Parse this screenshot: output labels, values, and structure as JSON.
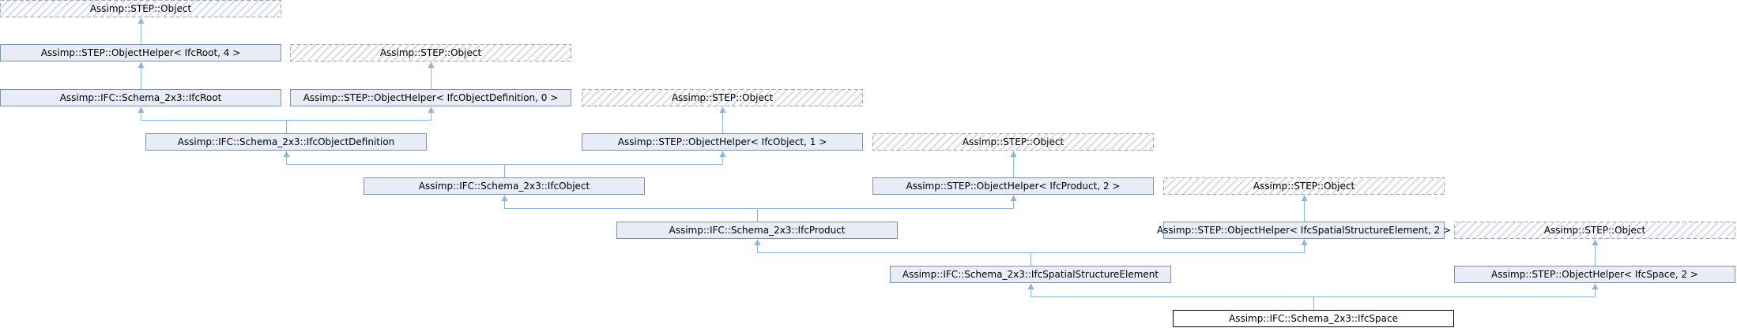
{
  "colors": {
    "node_fill": "#e8ecf6",
    "node_border": "#7f8fb2",
    "external_fill": "#ffffff",
    "external_hatch": "#cdd3e6",
    "external_border": "#9aa6c9",
    "current_fill": "#ffffff",
    "current_border": "#000000",
    "edge": "#8ab5e3"
  },
  "diagram": {
    "nodes": [
      {
        "id": "o0",
        "label": "Assimp::STEP::Object",
        "kind": "external"
      },
      {
        "id": "h_root",
        "label": "Assimp::STEP::ObjectHelper< IfcRoot, 4 >",
        "kind": "class"
      },
      {
        "id": "o1",
        "label": "Assimp::STEP::Object",
        "kind": "external"
      },
      {
        "id": "root",
        "label": "Assimp::IFC::Schema_2x3::IfcRoot",
        "kind": "class"
      },
      {
        "id": "h_objdef",
        "label": "Assimp::STEP::ObjectHelper< IfcObjectDefinition, 0 >",
        "kind": "class"
      },
      {
        "id": "o2",
        "label": "Assimp::STEP::Object",
        "kind": "external"
      },
      {
        "id": "objdef",
        "label": "Assimp::IFC::Schema_2x3::IfcObjectDefinition",
        "kind": "class"
      },
      {
        "id": "h_obj",
        "label": "Assimp::STEP::ObjectHelper< IfcObject, 1 >",
        "kind": "class"
      },
      {
        "id": "o3",
        "label": "Assimp::STEP::Object",
        "kind": "external"
      },
      {
        "id": "obj",
        "label": "Assimp::IFC::Schema_2x3::IfcObject",
        "kind": "class"
      },
      {
        "id": "h_prod",
        "label": "Assimp::STEP::ObjectHelper< IfcProduct, 2 >",
        "kind": "class"
      },
      {
        "id": "o4",
        "label": "Assimp::STEP::Object",
        "kind": "external"
      },
      {
        "id": "prod",
        "label": "Assimp::IFC::Schema_2x3::IfcProduct",
        "kind": "class"
      },
      {
        "id": "h_sse",
        "label": "Assimp::STEP::ObjectHelper< IfcSpatialStructureElement, 2 >",
        "kind": "class"
      },
      {
        "id": "o5",
        "label": "Assimp::STEP::Object",
        "kind": "external"
      },
      {
        "id": "sse",
        "label": "Assimp::IFC::Schema_2x3::IfcSpatialStructureElement",
        "kind": "class"
      },
      {
        "id": "h_space",
        "label": "Assimp::STEP::ObjectHelper< IfcSpace, 2 >",
        "kind": "class"
      },
      {
        "id": "space",
        "label": "Assimp::IFC::Schema_2x3::IfcSpace",
        "kind": "current"
      }
    ],
    "edges": [
      {
        "from": "o0",
        "to": "h_root"
      },
      {
        "from": "h_root",
        "to": "root"
      },
      {
        "from": "o1",
        "to": "h_objdef"
      },
      {
        "from": "root",
        "to": "objdef"
      },
      {
        "from": "h_objdef",
        "to": "objdef"
      },
      {
        "from": "o2",
        "to": "h_obj"
      },
      {
        "from": "objdef",
        "to": "obj"
      },
      {
        "from": "h_obj",
        "to": "obj"
      },
      {
        "from": "o3",
        "to": "h_prod"
      },
      {
        "from": "obj",
        "to": "prod"
      },
      {
        "from": "h_prod",
        "to": "prod"
      },
      {
        "from": "o4",
        "to": "h_sse"
      },
      {
        "from": "prod",
        "to": "sse"
      },
      {
        "from": "h_sse",
        "to": "sse"
      },
      {
        "from": "o5",
        "to": "h_space"
      },
      {
        "from": "sse",
        "to": "space"
      },
      {
        "from": "h_space",
        "to": "space"
      }
    ]
  }
}
